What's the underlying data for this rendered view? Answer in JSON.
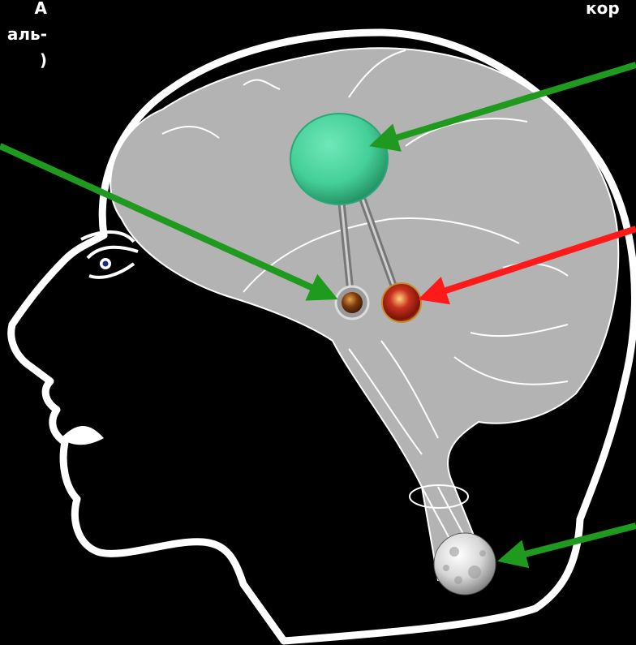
{
  "labels": {
    "left_lines": [
      "А",
      "аль-",
      ")"
    ],
    "top_right": "кор"
  },
  "colors": {
    "background": "#000000",
    "outline": "#ffffff",
    "brain": "#b3b3b3",
    "green_arrow": "#1f9a1f",
    "red_arrow": "#ff1a1a",
    "green_node": "#4fd6a0",
    "bronze_node": "#8a4a12",
    "red_node": "#b5281b",
    "grey_node": "#e8e8e8"
  },
  "icons": {
    "green_node": "green-sphere-icon",
    "bronze_node": "bronze-sphere-icon",
    "red_node": "red-sphere-icon",
    "grey_node": "grey-sphere-icon"
  }
}
